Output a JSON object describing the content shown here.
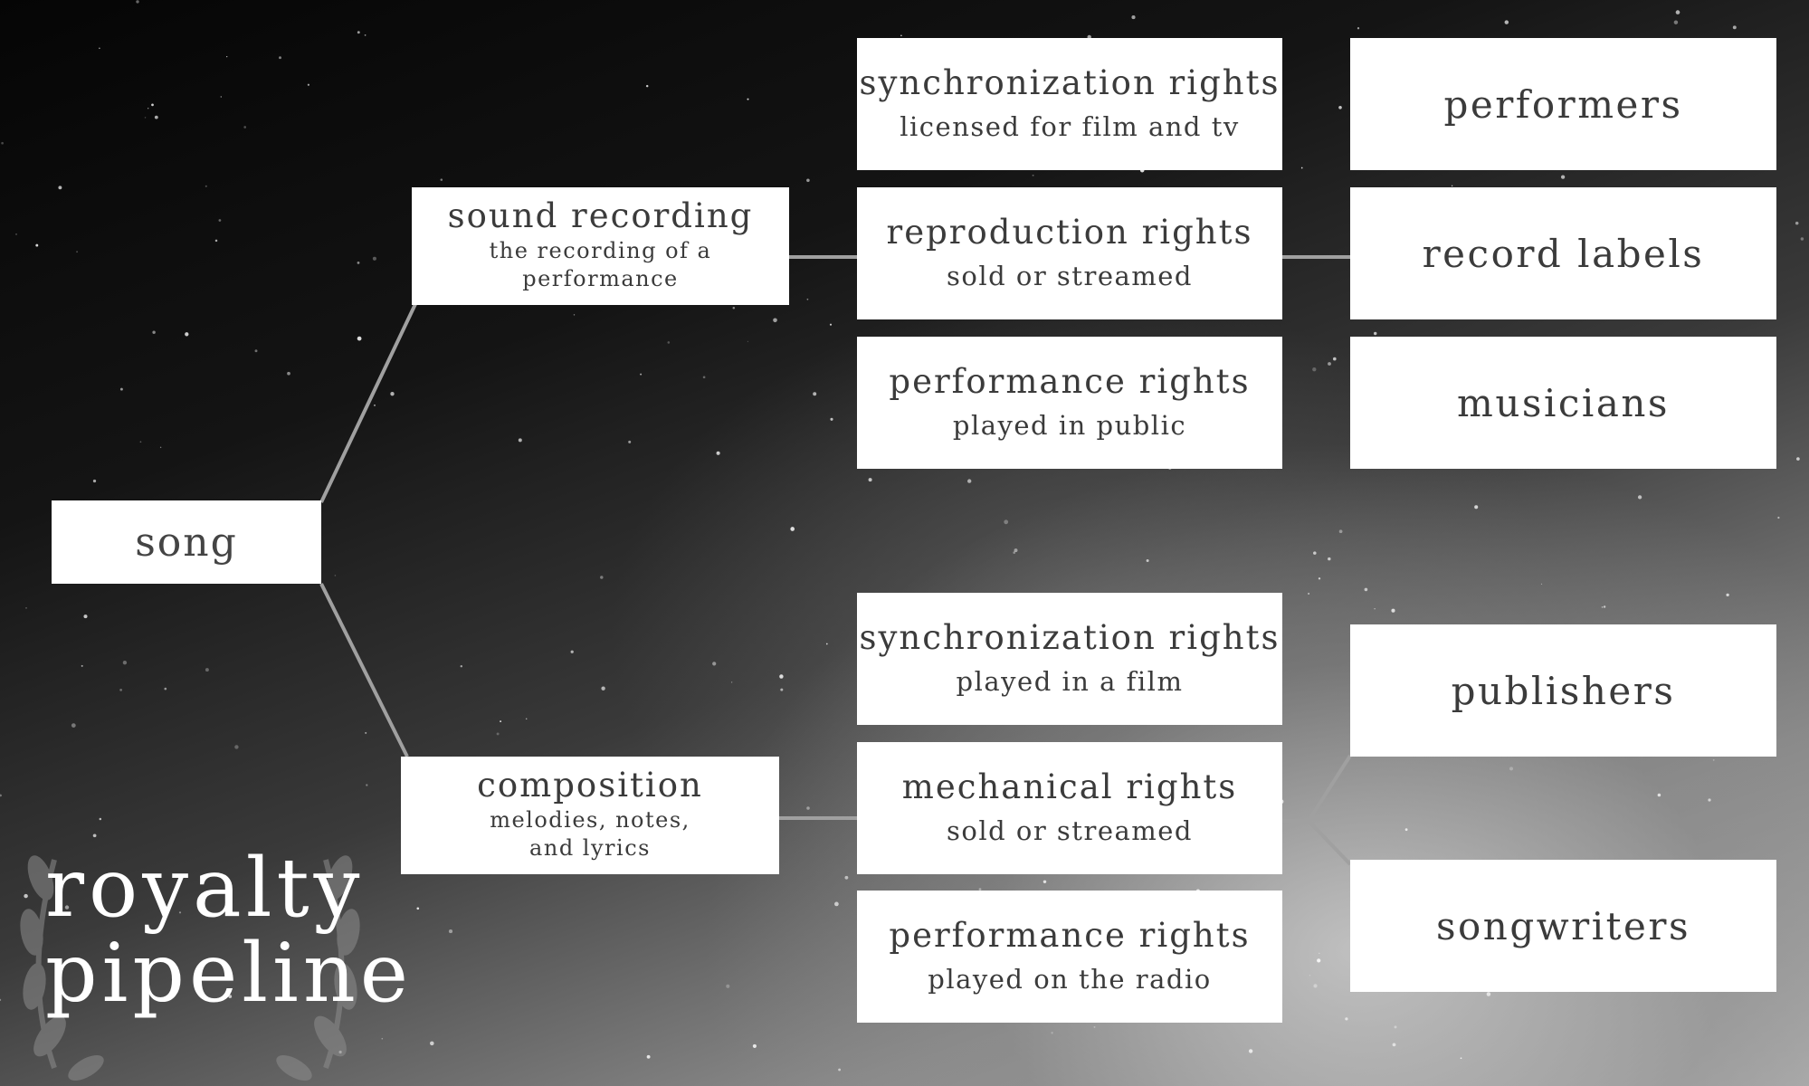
{
  "title": {
    "line1": "royalty",
    "line2": "pipeline"
  },
  "root": {
    "label": "song"
  },
  "branches": {
    "sound_recording": {
      "title": "sound recording",
      "subtitle": "the recording of a performance"
    },
    "composition": {
      "title": "composition",
      "subtitle": "melodies, notes, and lyrics"
    }
  },
  "rights_recording": [
    {
      "title": "synchronization rights",
      "subtitle": "licensed for film and tv"
    },
    {
      "title": "reproduction rights",
      "subtitle": "sold or streamed"
    },
    {
      "title": "performance rights",
      "subtitle": "played in public"
    }
  ],
  "rights_composition": [
    {
      "title": "synchronization rights",
      "subtitle": "played in a film"
    },
    {
      "title": "mechanical rights",
      "subtitle": "sold or streamed"
    },
    {
      "title": "performance rights",
      "subtitle": "played on the radio"
    }
  ],
  "recipients_recording": [
    "performers",
    "record labels",
    "musicians"
  ],
  "recipients_composition": [
    "publishers",
    "songwriters"
  ],
  "colors": {
    "box": "#ffffff",
    "text": "#3b3b3b",
    "connector": "#9a9a9a",
    "title": "#ffffff"
  }
}
